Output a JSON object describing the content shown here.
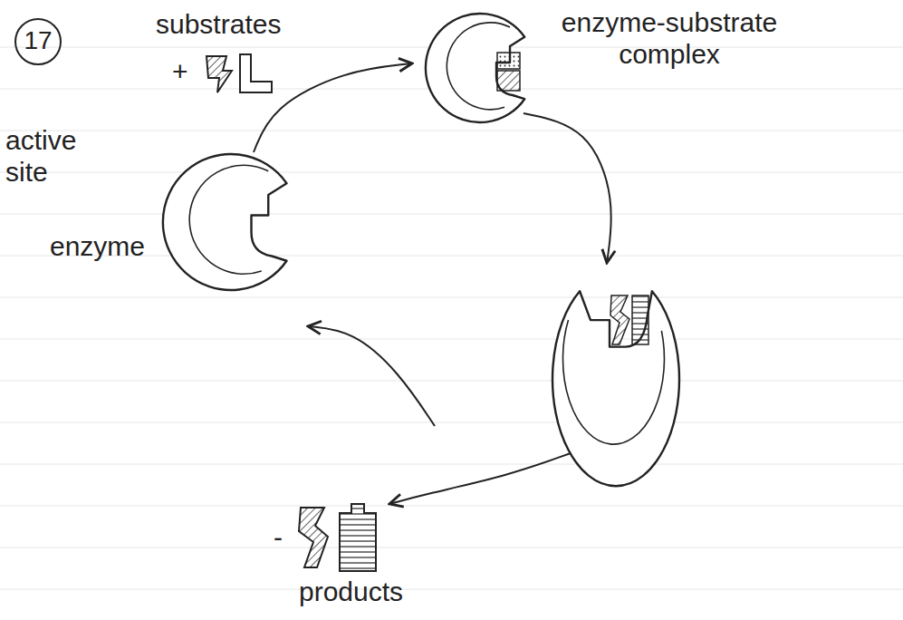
{
  "diagram": {
    "labels": [
      "17",
      "substrates",
      "+",
      "enzyme-substrate complex",
      "active site",
      "enzyme",
      "-",
      "products"
    ]
  }
}
